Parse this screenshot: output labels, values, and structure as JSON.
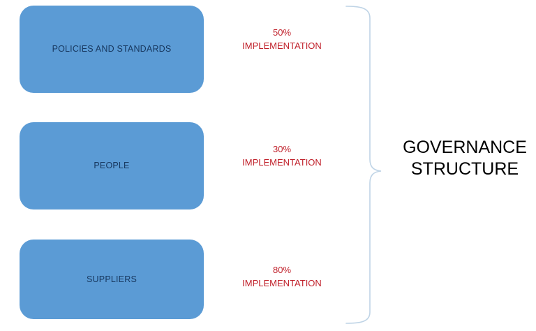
{
  "diagram": {
    "title": "Governance Structure",
    "nodes": [
      {
        "label": "POLICIES AND STANDARDS",
        "percent": "50%",
        "annotation_word": "IMPLEMENTATION"
      },
      {
        "label": "PEOPLE",
        "percent": "30%",
        "annotation_word": "IMPLEMENTATION"
      },
      {
        "label": "SUPPLIERS",
        "percent": "80%",
        "annotation_word": "IMPLEMENTATION"
      }
    ],
    "group": {
      "line1": "GOVERNANCE",
      "line2": "STRUCTURE"
    },
    "brace": {
      "icon": "curly-brace-right-icon"
    },
    "colors": {
      "box_fill": "#5B9BD5",
      "box_label_text": "#17375E",
      "annotation_text": "#C0202A",
      "group_title_text": "#000000",
      "brace_stroke": "#BFD4E6",
      "background": "#FFFFFF"
    }
  }
}
